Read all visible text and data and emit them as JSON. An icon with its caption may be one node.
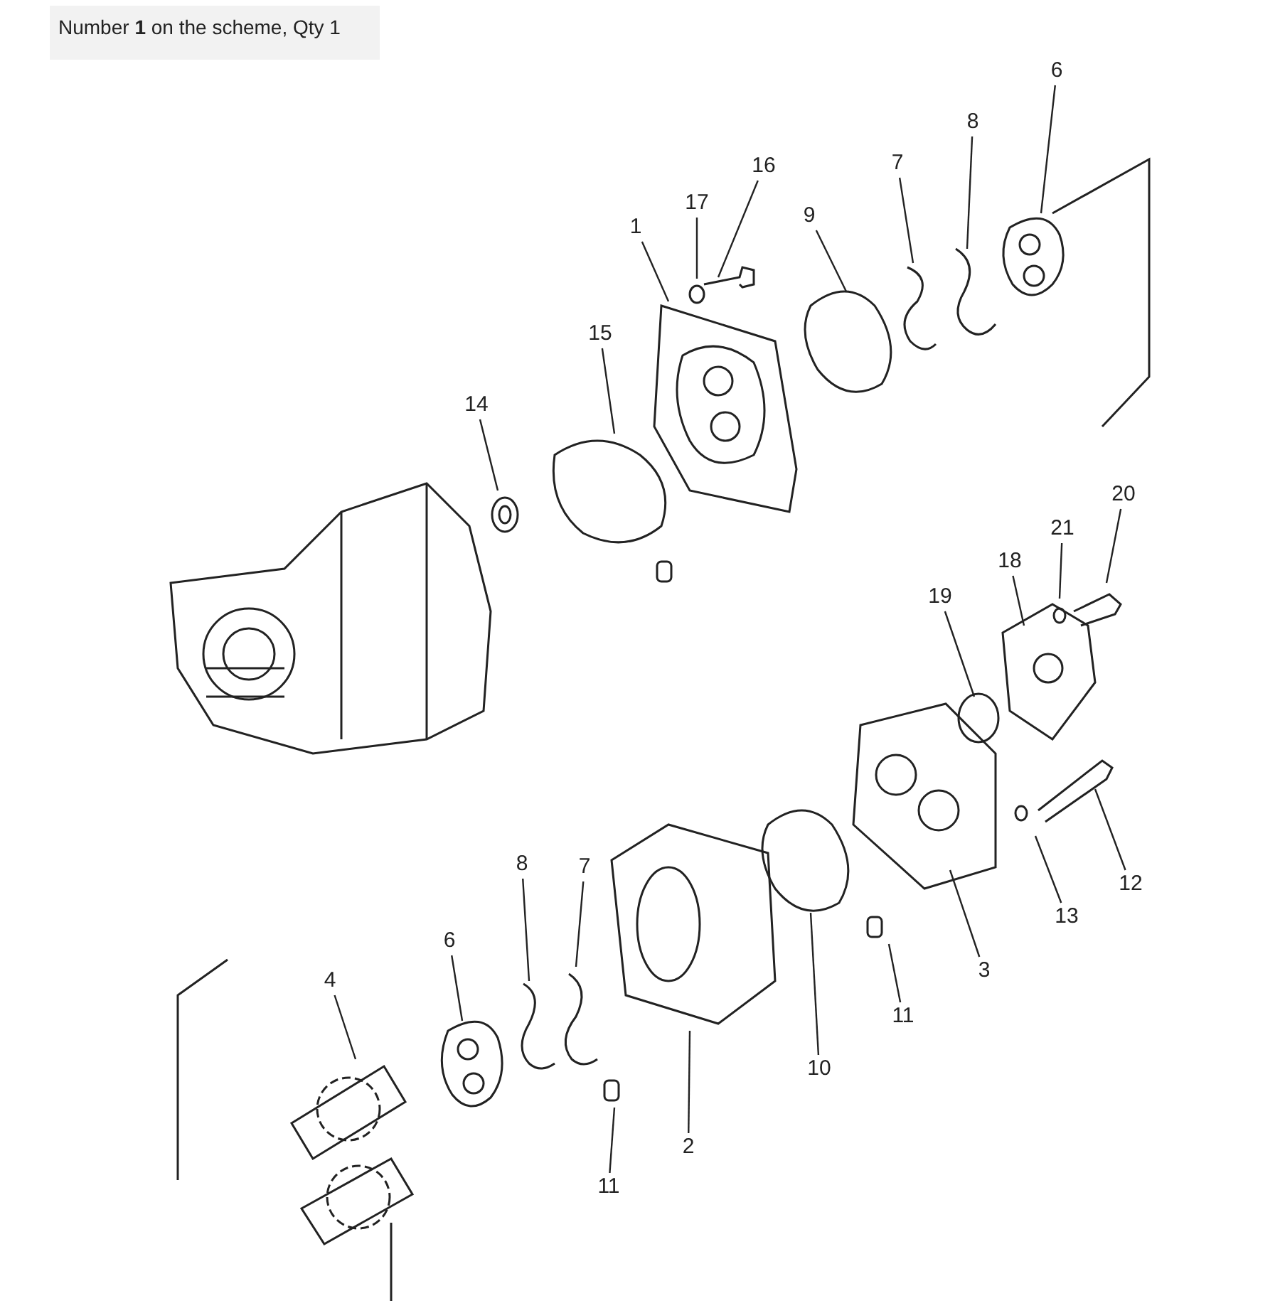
{
  "diagram": {
    "title": "Number **1** on the scheme, Qty 1",
    "nodes": [
      {
        "text": [
          "16"
        ]
      },
      {
        "text": [
          "17"
        ]
      },
      {
        "text": [
          "1"
        ]
      },
      {
        "text": [
          "15"
        ]
      },
      {
        "text": [
          "14"
        ]
      },
      {
        "text": [
          "9"
        ]
      },
      {
        "text": [
          "7"
        ]
      },
      {
        "text": [
          "8"
        ]
      },
      {
        "text": [
          "6"
        ]
      },
      {
        "text": [
          "20"
        ]
      },
      {
        "text": [
          "21"
        ]
      },
      {
        "text": [
          "18"
        ]
      },
      {
        "text": [
          "19"
        ]
      },
      {
        "text": [
          "12"
        ]
      },
      {
        "text": [
          "13"
        ]
      },
      {
        "text": [
          "3"
        ]
      },
      {
        "text": [
          "11"
        ]
      },
      {
        "text": [
          "10"
        ]
      },
      {
        "text": [
          "8"
        ]
      },
      {
        "text": [
          "7"
        ]
      },
      {
        "text": [
          "6"
        ]
      },
      {
        "text": [
          "4"
        ]
      },
      {
        "text": [
          "2"
        ]
      },
      {
        "text": [
          "11"
        ]
      }
    ],
    "edges": [
      {
        "from": 0,
        "to": null,
        "arrow": "none"
      },
      {
        "from": 1,
        "to": null,
        "arrow": "none"
      },
      {
        "from": 2,
        "to": null,
        "arrow": "none"
      },
      {
        "from": 3,
        "to": null,
        "arrow": "none"
      },
      {
        "from": 4,
        "to": null,
        "arrow": "none"
      },
      {
        "from": 5,
        "to": null,
        "arrow": "none"
      },
      {
        "from": 6,
        "to": null,
        "arrow": "none"
      },
      {
        "from": 7,
        "to": null,
        "arrow": "none"
      },
      {
        "from": 8,
        "to": null,
        "arrow": "none"
      },
      {
        "from": 9,
        "to": null,
        "arrow": "none"
      },
      {
        "from": 10,
        "to": null,
        "arrow": "none"
      },
      {
        "from": 11,
        "to": null,
        "arrow": "none"
      },
      {
        "from": 12,
        "to": null,
        "arrow": "none"
      },
      {
        "from": 13,
        "to": null,
        "arrow": "none"
      },
      {
        "from": 14,
        "to": null,
        "arrow": "none"
      },
      {
        "from": 15,
        "to": null,
        "arrow": "none"
      },
      {
        "from": 16,
        "to": null,
        "arrow": "none"
      },
      {
        "from": 17,
        "to": null,
        "arrow": "none"
      },
      {
        "from": 18,
        "to": null,
        "arrow": "none"
      },
      {
        "from": 19,
        "to": null,
        "arrow": "none"
      },
      {
        "from": 20,
        "to": null,
        "arrow": "none"
      },
      {
        "from": 21,
        "to": null,
        "arrow": "none"
      },
      {
        "from": 22,
        "to": null,
        "arrow": "none"
      },
      {
        "from": 23,
        "to": null,
        "arrow": "none"
      }
    ]
  }
}
